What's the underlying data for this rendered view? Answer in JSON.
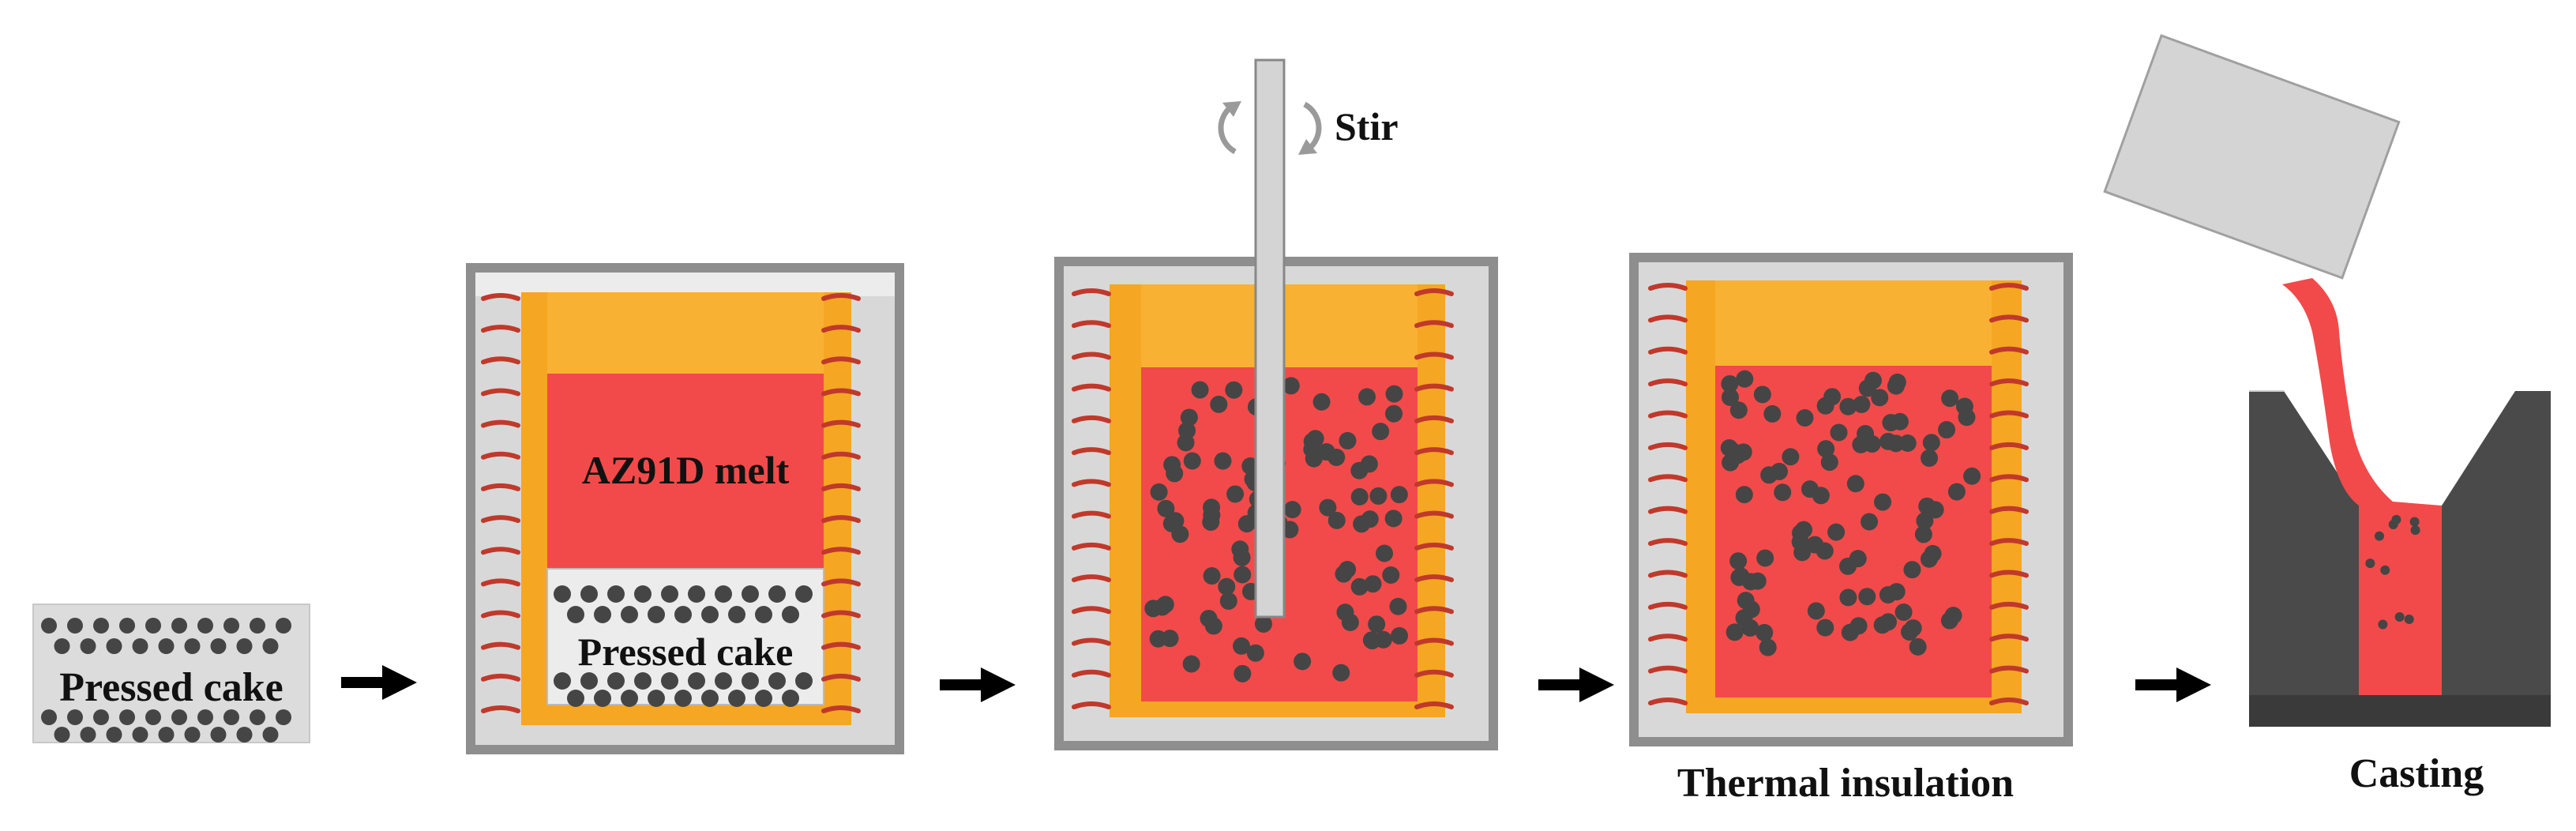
{
  "labels": {
    "pressed_cake_left": "Pressed cake",
    "melt": "AZ91D melt",
    "pressed_cake_crucible": "Pressed cake",
    "stir": "Stir",
    "thermal_insulation": "Thermal insulation",
    "casting": "Casting"
  },
  "colors": {
    "melt": "#f24a4a",
    "top_layer": "#f9ad2b",
    "crucible_wall": "#f5a623",
    "furnace": "#8c8c8c",
    "furnace_inner": "#d6d6d6",
    "particle": "#454545",
    "coil": "#c0392b",
    "mold": "#4a4a4a",
    "ladle": "#d4d4d4",
    "cake_bg": "#dcdcdc"
  },
  "icons": [
    "arrow-right-icon",
    "rotation-arrow-icon",
    "heating-coil-icon"
  ]
}
